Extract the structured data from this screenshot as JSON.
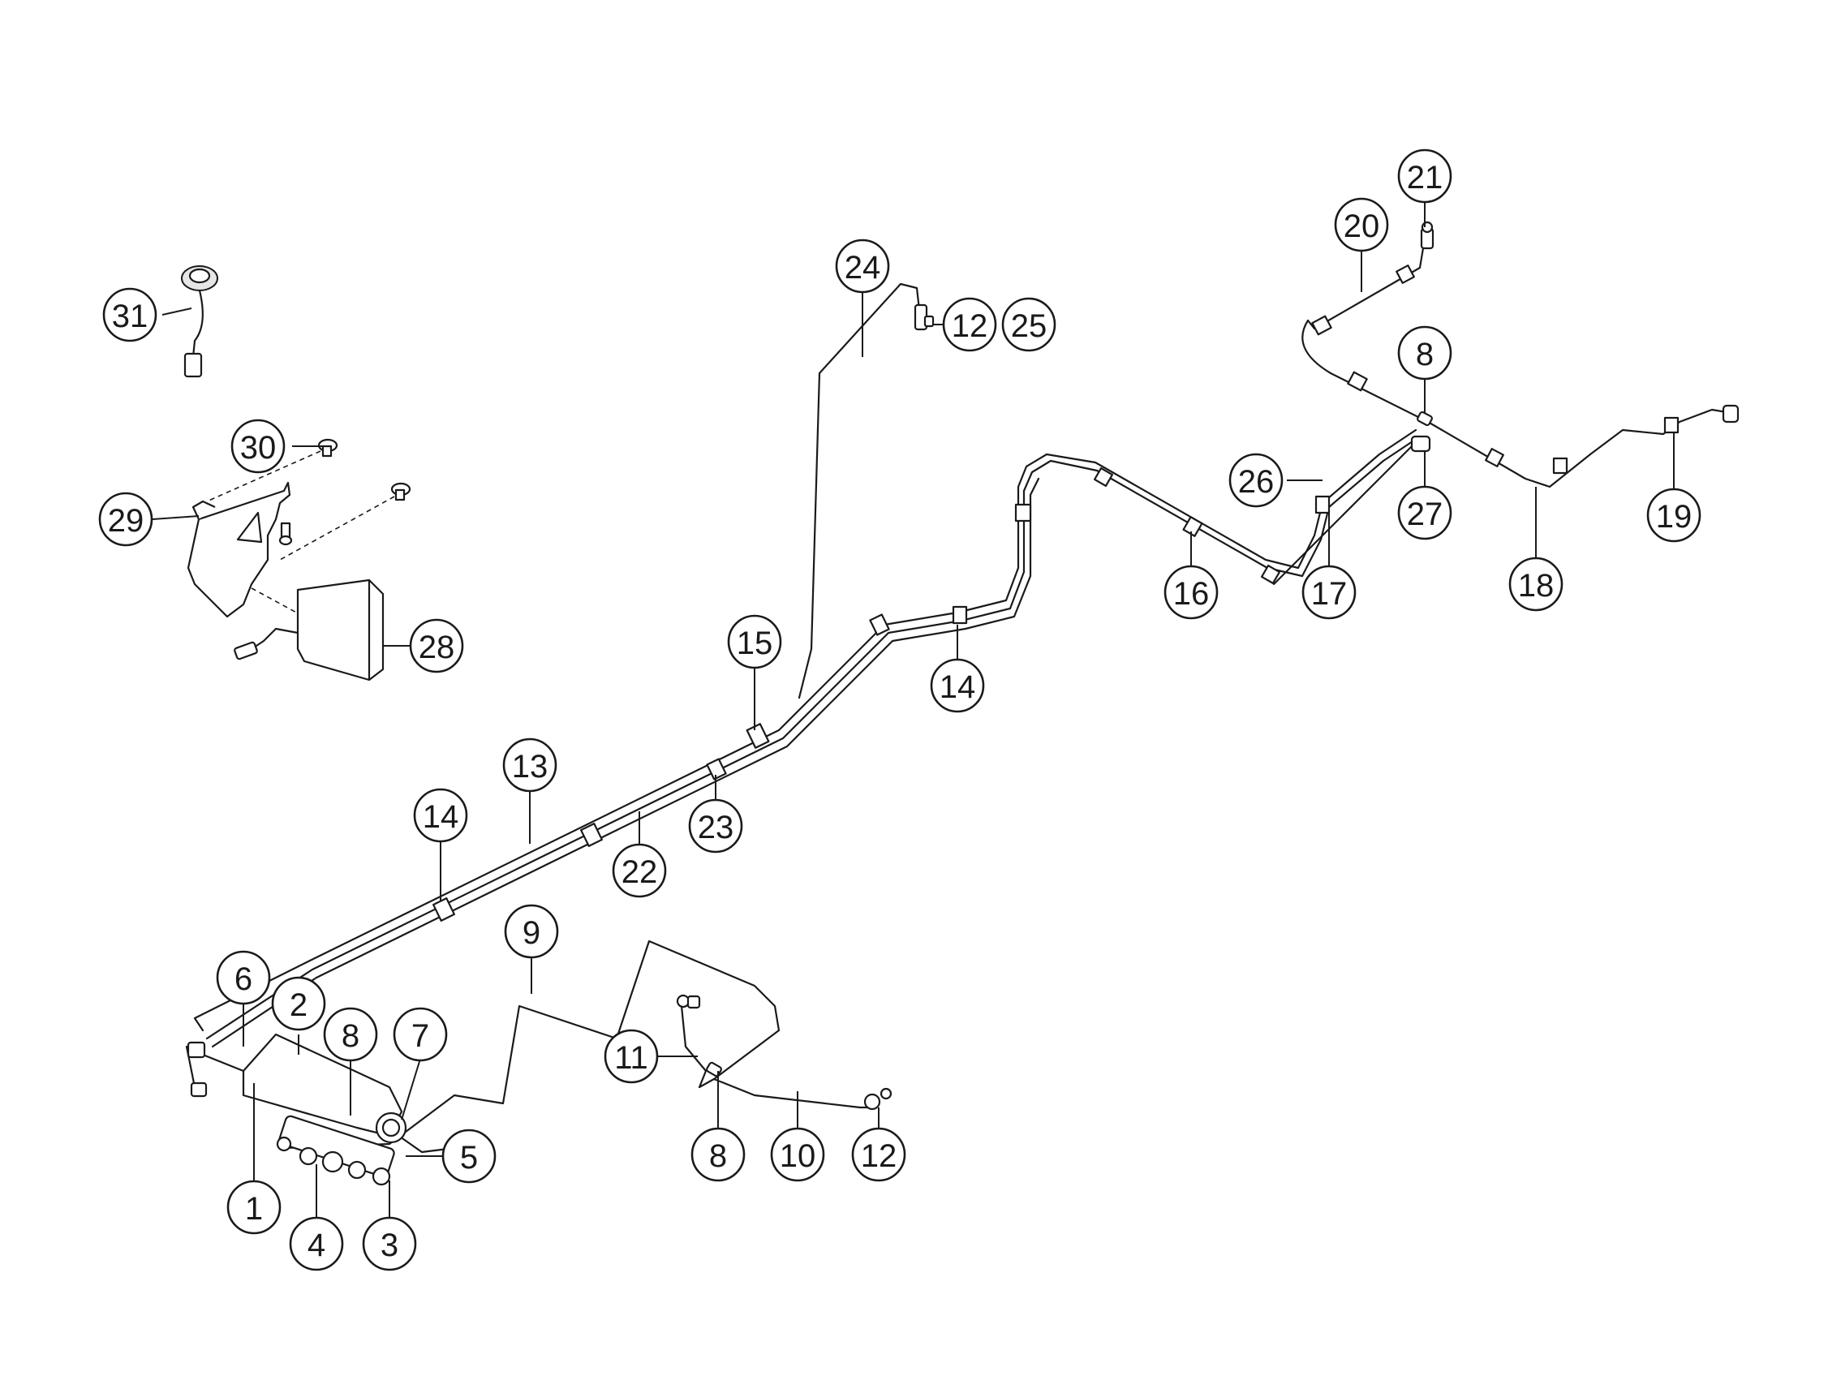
{
  "callouts": [
    {
      "id": "c1",
      "label": "1"
    },
    {
      "id": "c2",
      "label": "2"
    },
    {
      "id": "c3",
      "label": "3"
    },
    {
      "id": "c4",
      "label": "4"
    },
    {
      "id": "c5",
      "label": "5"
    },
    {
      "id": "c6",
      "label": "6"
    },
    {
      "id": "c7",
      "label": "7"
    },
    {
      "id": "c8a",
      "label": "8"
    },
    {
      "id": "c8b",
      "label": "8"
    },
    {
      "id": "c8c",
      "label": "8"
    },
    {
      "id": "c9",
      "label": "9"
    },
    {
      "id": "c10",
      "label": "10"
    },
    {
      "id": "c11",
      "label": "11"
    },
    {
      "id": "c12a",
      "label": "12"
    },
    {
      "id": "c12b",
      "label": "12"
    },
    {
      "id": "c13",
      "label": "13"
    },
    {
      "id": "c14a",
      "label": "14"
    },
    {
      "id": "c14b",
      "label": "14"
    },
    {
      "id": "c15",
      "label": "15"
    },
    {
      "id": "c16",
      "label": "16"
    },
    {
      "id": "c17",
      "label": "17"
    },
    {
      "id": "c18",
      "label": "18"
    },
    {
      "id": "c19",
      "label": "19"
    },
    {
      "id": "c20",
      "label": "20"
    },
    {
      "id": "c21",
      "label": "21"
    },
    {
      "id": "c22",
      "label": "22"
    },
    {
      "id": "c23",
      "label": "23"
    },
    {
      "id": "c24",
      "label": "24"
    },
    {
      "id": "c25",
      "label": "25"
    },
    {
      "id": "c26",
      "label": "26"
    },
    {
      "id": "c27",
      "label": "27"
    },
    {
      "id": "c28",
      "label": "28"
    },
    {
      "id": "c29",
      "label": "29"
    },
    {
      "id": "c30",
      "label": "30"
    },
    {
      "id": "c31",
      "label": "31"
    }
  ]
}
